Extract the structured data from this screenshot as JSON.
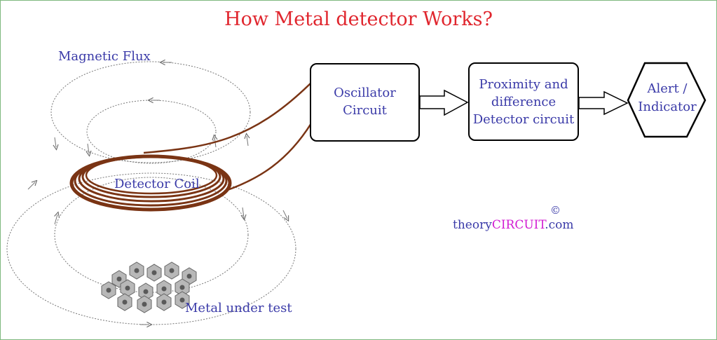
{
  "title": "How Metal detector Works?",
  "labels": {
    "magnetic_flux": "Magnetic Flux",
    "detector_coil": "Detector Coil",
    "metal_under_test": "Metal under test"
  },
  "blocks": {
    "oscillator": {
      "line1": "Oscillator",
      "line2": "Circuit"
    },
    "detector": {
      "line1": "Proximity and",
      "line2": "difference",
      "line3": "Detector circuit"
    },
    "alert": {
      "line1": "Alert /",
      "line2": "Indicator"
    }
  },
  "watermark": {
    "prefix": "theory",
    "brand": "CIRCUIT",
    "suffix": ".com",
    "copyright": "©"
  },
  "colors": {
    "title": "#e0262e",
    "label_text": "#3a3aa8",
    "coil": "#7a3414",
    "brand": "#d21bd2",
    "border": "#7fb97f"
  }
}
